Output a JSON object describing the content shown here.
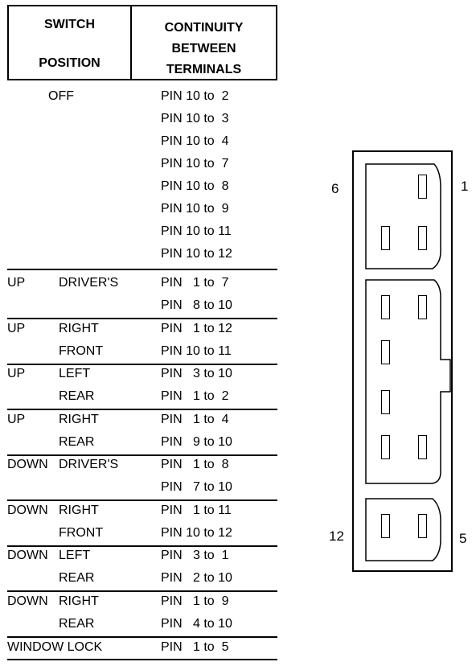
{
  "header": {
    "position_line1": "SWITCH",
    "position_line2": "POSITION",
    "continuity_lines": [
      "CONTINUITY",
      "BETWEEN",
      "TERMINALS"
    ]
  },
  "off": {
    "label": "OFF",
    "pins": [
      "PIN 10 to  2",
      "PIN 10 to  3",
      "PIN 10 to  4",
      "PIN 10 to  7",
      "PIN 10 to  8",
      "PIN 10 to  9",
      "PIN 10 to 11",
      "PIN 10 to 12"
    ]
  },
  "groups": [
    {
      "pos": "UP",
      "name1": "DRIVER'S",
      "name2": "",
      "pin1": "PIN   1 to  7",
      "pin2": "PIN   8 to 10"
    },
    {
      "pos": "UP",
      "name1": "RIGHT",
      "name2": "FRONT",
      "pin1": "PIN   1 to 12",
      "pin2": "PIN 10 to 11"
    },
    {
      "pos": "UP",
      "name1": "LEFT",
      "name2": "REAR",
      "pin1": "PIN   3 to 10",
      "pin2": "PIN   1 to  2"
    },
    {
      "pos": "UP",
      "name1": "RIGHT",
      "name2": "REAR",
      "pin1": "PIN   1 to  4",
      "pin2": "PIN   9 to 10"
    },
    {
      "pos": "DOWN",
      "name1": "DRIVER'S",
      "name2": "",
      "pin1": "PIN   1 to  8",
      "pin2": "PIN   7 to 10"
    },
    {
      "pos": "DOWN",
      "name1": "RIGHT",
      "name2": "FRONT",
      "pin1": "PIN   1 to 11",
      "pin2": "PIN 10 to 12"
    },
    {
      "pos": "DOWN",
      "name1": "LEFT",
      "name2": "REAR",
      "pin1": "PIN   3 to  1",
      "pin2": "PIN   2 to 10"
    },
    {
      "pos": "DOWN",
      "name1": "RIGHT",
      "name2": "REAR",
      "pin1": "PIN   1 to  9",
      "pin2": "PIN   4 to 10"
    }
  ],
  "window_lock": {
    "label": "WINDOW LOCK",
    "pin": "PIN   1 to  5"
  },
  "connector": {
    "label_6": "6",
    "label_1": "1",
    "label_12": "12",
    "label_5": "5"
  }
}
